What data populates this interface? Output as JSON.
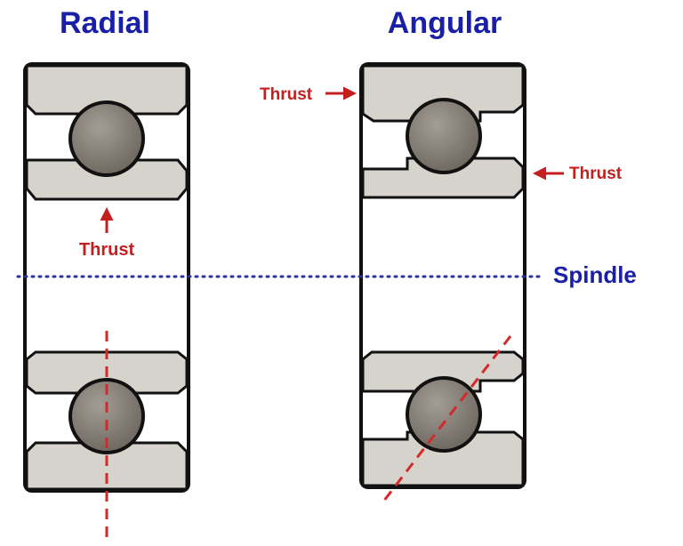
{
  "labels": {
    "radial": "Radial",
    "angular": "Angular",
    "spindle": "Spindle",
    "thrust_radial": "Thrust",
    "thrust_angular_left": "Thrust",
    "thrust_angular_right": "Thrust"
  },
  "colors": {
    "heading": "#1a1fa8",
    "thrust": "#c41f1f",
    "race_fill": "#d6d2cc",
    "ball_fill": "#7d7770",
    "outline": "#111111",
    "spindle_line": "#2a2fb0",
    "contact_line": "#d42a2a"
  }
}
